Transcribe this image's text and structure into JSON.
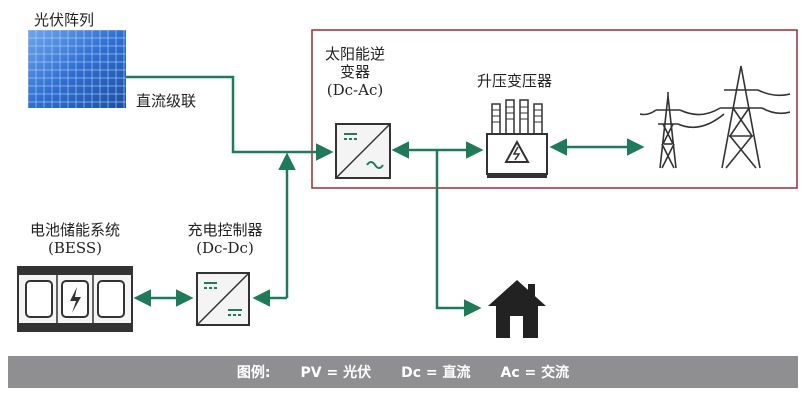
{
  "labels": {
    "pv_array": "光伏阵列",
    "dc_link": "直流级联",
    "inverter_line1": "太阳能逆",
    "inverter_line2": "变器",
    "inverter_line3": "(Dc-Ac)",
    "transformer": "升压变压器",
    "bess_line1": "电池储能系统",
    "bess_line2": "(BESS)",
    "charger_line1": "充电控制器",
    "charger_line2": "(Dc-Dc)"
  },
  "legend": {
    "title": "图例:",
    "pv": "PV = 光伏",
    "dc": "Dc = 直流",
    "ac": "Ac = 交流"
  },
  "colors": {
    "wire": "#1f7a5a",
    "system_border": "#9b2c3a",
    "solar_blue": "#2f6fd1",
    "device_fill": "#f4f4f4",
    "icon_dark": "#333333",
    "legend_bg": "#8f8f91"
  },
  "icons": [
    "solar-panel-icon",
    "inverter-icon",
    "transformer-icon",
    "transmission-tower-icon",
    "battery-icon",
    "charge-controller-icon",
    "house-icon"
  ]
}
